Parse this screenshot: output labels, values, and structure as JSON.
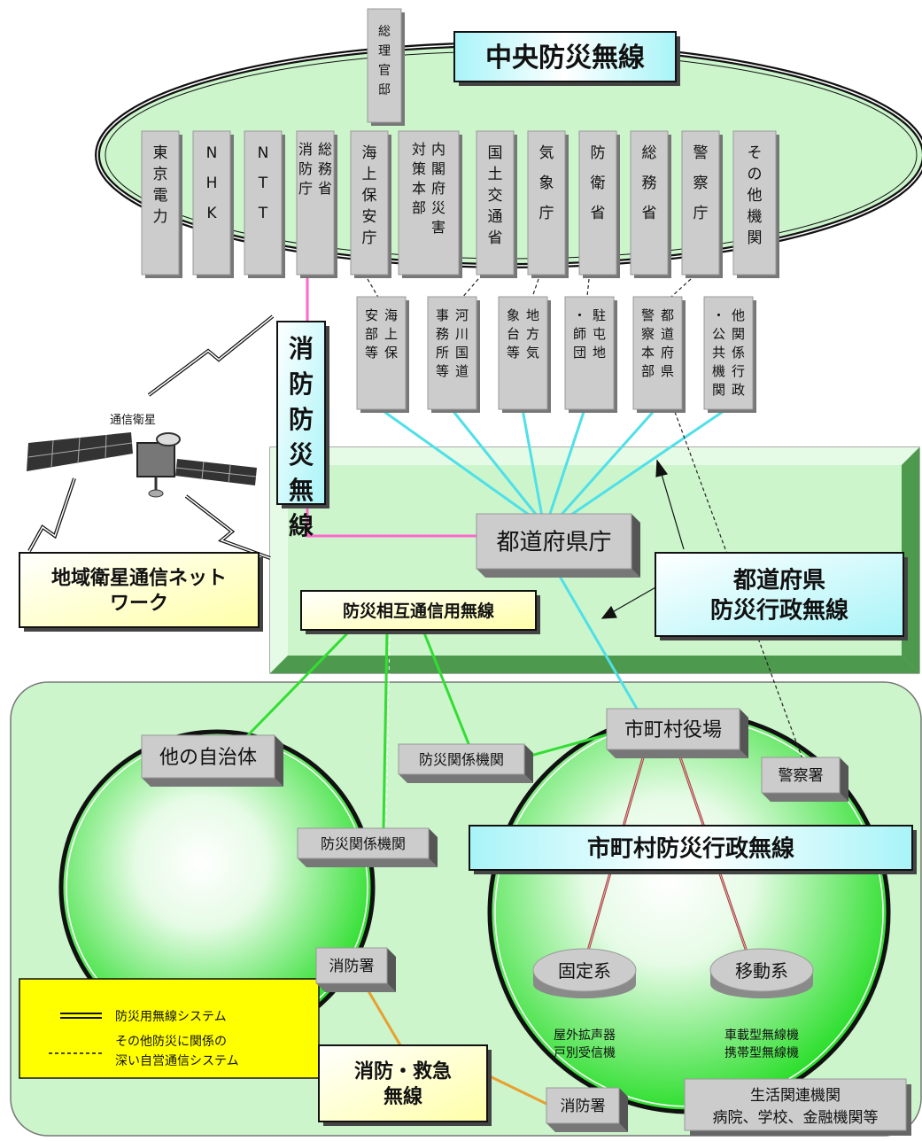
{
  "central": {
    "title": "中央防災無線",
    "pm_office": "総理官邸",
    "agencies": [
      "東京電力",
      "NHK",
      "NTT",
      "総務省消防庁",
      "海上保安庁",
      "内閣府災害対策本部",
      "国土交通省",
      "気象庁",
      "防衛省",
      "総務省",
      "警察庁",
      "その他機関"
    ]
  },
  "local_agencies": [
    "海上保安部等",
    "河川国道事務所等",
    "地方気象台等",
    "駐屯地・師団",
    "都道府県警察本部",
    "他関係行政・公共機関"
  ],
  "fire_radio_label": "消防防災無線",
  "satellite": {
    "label": "通信衛星",
    "network_label": [
      "地域衛星通信ネット",
      "ワーク"
    ]
  },
  "prefecture": {
    "office": "都道府県庁",
    "radio_label": [
      "都道府県",
      "防災行政無線"
    ],
    "mutual_radio_label": "防災相互通信用無線"
  },
  "municipal": {
    "office": "市町村役場",
    "police": "警察署",
    "radio_label": "市町村防災行政無線",
    "fixed": {
      "label": "固定系",
      "desc": [
        "屋外拡声器",
        "戸別受信機"
      ]
    },
    "mobile": {
      "label": "移動系",
      "desc": [
        "車載型無線機",
        "携帯型無線機"
      ]
    },
    "life": {
      "label": "生活関連機関",
      "desc": "病院、学校、金融機関等"
    },
    "fire_station": "消防署"
  },
  "other": {
    "local_gov": "他の自治体",
    "disaster_org_1": "防災関係機関",
    "disaster_org_2": "防災関係機関",
    "fire_station": "消防署"
  },
  "emergency_radio_label": [
    "消防・救急",
    "無線"
  ],
  "legend": {
    "solid": "防災用無線システム",
    "dashed": [
      "その他防災に関係の",
      "深い自営通信システム"
    ]
  },
  "colors": {
    "cyan_link": "#4fe0e8",
    "green_link": "#33dd33",
    "pink_link": "#ff66cc",
    "orange_link": "#e8a030",
    "legend_bg": "#ffff00",
    "area_bg": "#ccf5cc"
  }
}
